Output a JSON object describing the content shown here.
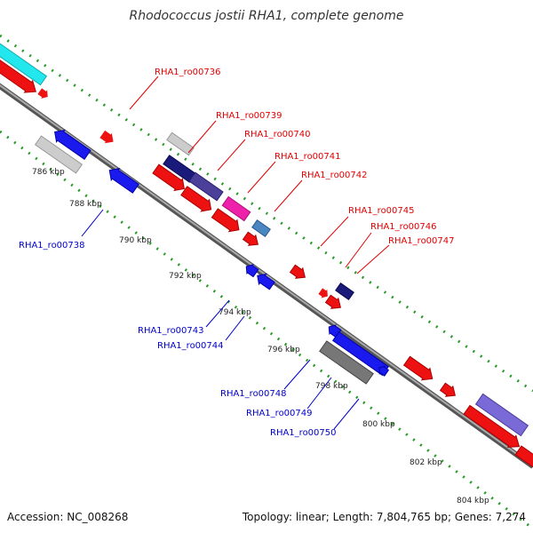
{
  "title": "Rhodococcus jostii RHA1, complete genome",
  "footer": {
    "accession": "Accession: NC_008268",
    "topology": "Topology: linear; Length: 7,804,765 bp; Genes: 7,274"
  },
  "ticks": [
    "786 kbp",
    "788 kbp",
    "790 kbp",
    "792 kbp",
    "794 kbp",
    "796 kbp",
    "798 kbp",
    "800 kbp",
    "802 kbp",
    "804 kbp"
  ],
  "labels": {
    "ro00736": "RHA1_ro00736",
    "ro00739": "RHA1_ro00739",
    "ro00740": "RHA1_ro00740",
    "ro00741": "RHA1_ro00741",
    "ro00742": "RHA1_ro00742",
    "ro00745": "RHA1_ro00745",
    "ro00746": "RHA1_ro00746",
    "ro00747": "RHA1_ro00747",
    "ro00738": "RHA1_ro00738",
    "ro00743": "RHA1_ro00743",
    "ro00744": "RHA1_ro00744",
    "ro00748": "RHA1_ro00748",
    "ro00749": "RHA1_ro00749",
    "ro00750": "RHA1_ro00750"
  },
  "colors": {
    "red": "#ee1111",
    "blue": "#1a1aee",
    "navy": "#1a1a7a",
    "slate": "#4a3f99",
    "violet": "#7a6ad8",
    "magenta": "#ee22aa",
    "steel": "#4a86c0",
    "cyan": "#22e8ee",
    "gray": "#777777",
    "lightgray": "#cccccc",
    "dots": "#2a9a2a",
    "backbone": "#888888"
  }
}
